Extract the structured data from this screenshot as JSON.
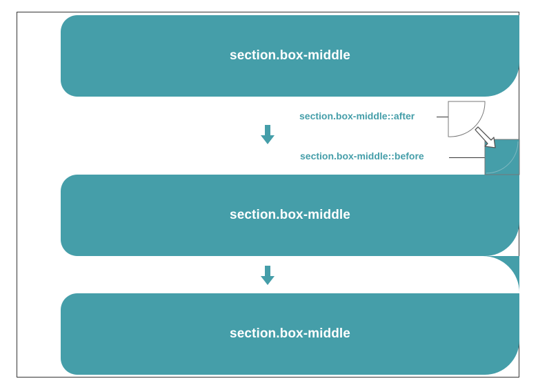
{
  "boxes": [
    {
      "label": "section.box-middle"
    },
    {
      "label": "section.box-middle"
    },
    {
      "label": "section.box-middle"
    }
  ],
  "annotations": {
    "after": "section.box-middle::after",
    "before": "section.box-middle::before"
  },
  "colors": {
    "box": "#459ea9",
    "label": "#459ea9",
    "line": "#333333"
  }
}
